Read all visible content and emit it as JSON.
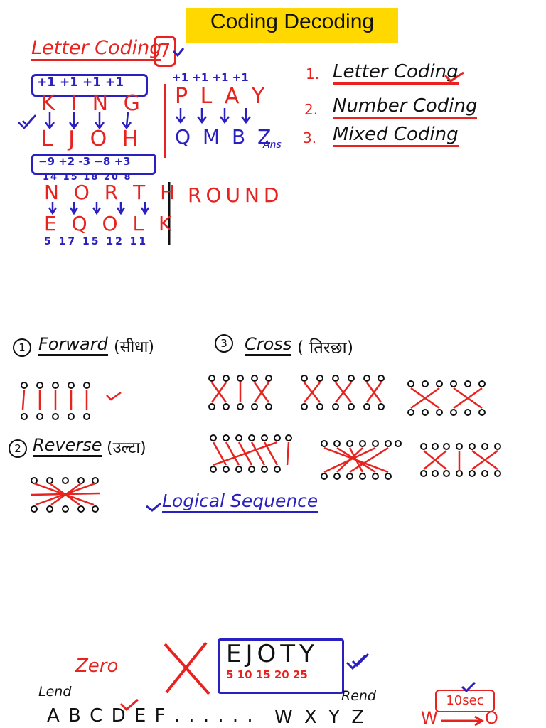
{
  "header": {
    "title": "Coding Decoding"
  },
  "letter_coding": {
    "heading": "Letter Coding",
    "badge": "7",
    "example1": {
      "shifts": "+1  +1  +1  +1",
      "word": "K I N G",
      "code": "L J O H"
    },
    "example2": {
      "shifts": "+1 +1 +1 +1",
      "word": "P L A Y",
      "code": "Q M B Z",
      "ans": "Ans"
    },
    "example3": {
      "shifts": "−9  +2  -3  −8  +3",
      "positions": "14 15 18 20 8",
      "word": "N O R T H",
      "code": "E Q O L K",
      "code_positions": "5 17 15 12 11"
    },
    "example4": {
      "word": "ROUND"
    }
  },
  "types": [
    {
      "num": "1.",
      "label": "Letter Coding"
    },
    {
      "num": "2.",
      "label": "Number Coding"
    },
    {
      "num": "3.",
      "label": "Mixed Coding"
    }
  ],
  "patterns": {
    "forward": {
      "num": "1",
      "label": "Forward",
      "hindi": "(सीधा)"
    },
    "reverse": {
      "num": "2",
      "label": "Reverse",
      "hindi": "(उल्टा)"
    },
    "cross": {
      "num": "3",
      "label": "Cross",
      "hindi": "( तिरछा)"
    },
    "logical": "Logical Sequence"
  },
  "bottom": {
    "code_word": "EJOTY",
    "code_numbers": "5 10 15 20 25",
    "zero": "Zero",
    "lend": "Lend",
    "rend": "Rend",
    "alphabet_start": "A B C D E F . . . . . .",
    "alphabet_end": "W X Y Z",
    "timer": "10sec",
    "arrow_start": "W",
    "arrow_end": "O"
  },
  "colors": {
    "title_bg": "#ffd800",
    "red": "#e8231f",
    "blue": "#2a1fc0",
    "black": "#111111"
  }
}
